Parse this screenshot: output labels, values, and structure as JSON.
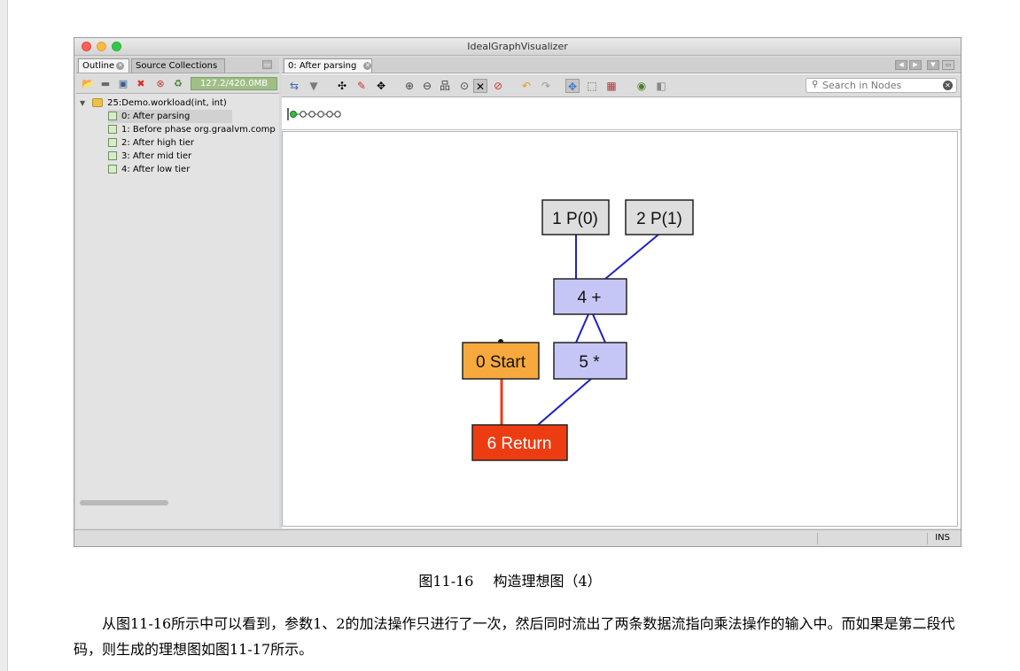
{
  "window": {
    "title": "IdealGraphVisualizer"
  },
  "left_panel": {
    "tabs": [
      {
        "label": "Outline"
      },
      {
        "label": "Source Collections"
      }
    ],
    "memory": "127.2/420.0MB",
    "tree": {
      "root": "25:Demo.workload(int, int)",
      "items": [
        "0: After parsing",
        "1: Before phase org.graalvm.comp",
        "2: After high tier",
        "3: After mid tier",
        "4: After low tier"
      ]
    }
  },
  "editor": {
    "tab_label": "0: After parsing",
    "search_placeholder": "Search in Nodes"
  },
  "graph": {
    "nodes": [
      {
        "label": "1 P(0)",
        "color": "#dedede"
      },
      {
        "label": "2 P(1)",
        "color": "#dedede"
      },
      {
        "label": "4 +",
        "color": "#c6c6f6"
      },
      {
        "label": "0 Start",
        "color": "#f7a93e"
      },
      {
        "label": "5 *",
        "color": "#c6c6f6"
      },
      {
        "label": "6 Return",
        "color": "#ee3c12"
      }
    ],
    "edge_colors": {
      "data": "#2020c8",
      "control": "#ea3b1a"
    }
  },
  "status": {
    "mode": "INS"
  },
  "document": {
    "caption_number": "图11-16",
    "caption_title": "构造理想图（4）",
    "paragraph": "从图11-16所示中可以看到，参数1、2的加法操作只进行了一次，然后同时流出了两条数据流指向乘法操作的输入中。而如果是第二段代码，则生成的理想图如图11-17所示。"
  }
}
